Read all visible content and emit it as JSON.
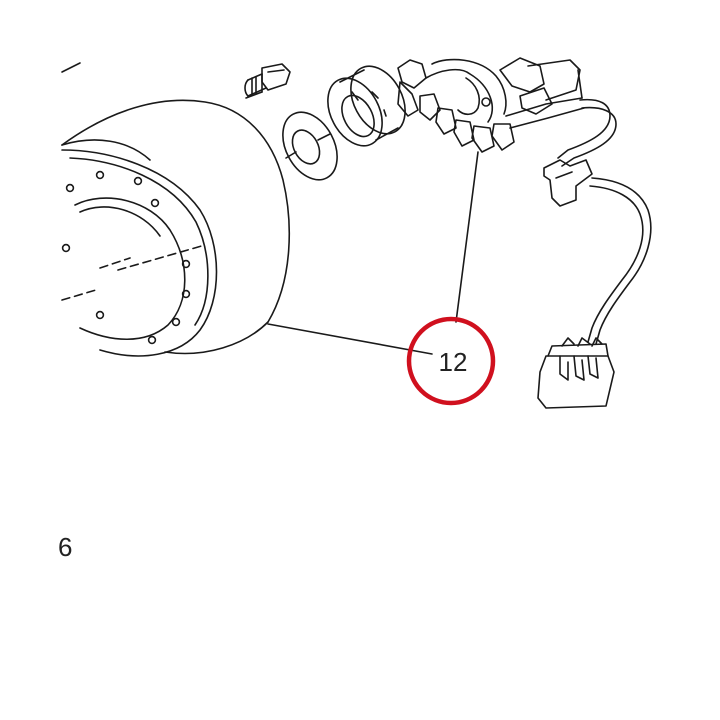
{
  "diagram": {
    "callout": {
      "label": "12",
      "highlight_color": "#d0101e"
    },
    "page_marker": "6",
    "line_color": "#1a1a1a",
    "parts": [
      "rotor-flywheel",
      "flange-bolt",
      "washer",
      "bearing-collar",
      "stator-assembly",
      "wire-harness",
      "connector-plug"
    ]
  }
}
